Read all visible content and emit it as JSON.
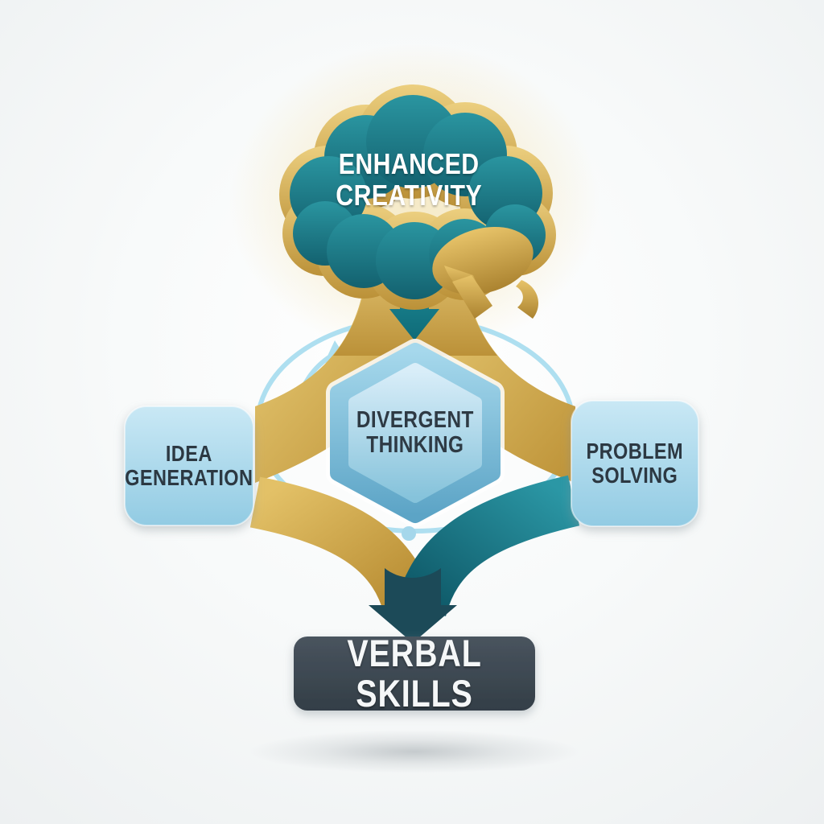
{
  "diagram": {
    "nodes": {
      "brain": {
        "label": "ENHANCED\nCREATIVITY",
        "shape": "brain-cloud",
        "fill": "#1E8490",
        "outline": "#D8AF55",
        "text_color": "#FFFFFF"
      },
      "center": {
        "label": "DIVERGENT\nTHINKING",
        "shape": "hexagon",
        "fill": "#A9D9EC",
        "text_color": "#2E3A44"
      },
      "left": {
        "label": "IDEA\nGENERATION",
        "shape": "rounded-square",
        "fill": "#ABD8EB",
        "text_color": "#2E3A44"
      },
      "right": {
        "label": "PROBLEM\nSOLVING",
        "shape": "rounded-square",
        "fill": "#ABD8EB",
        "text_color": "#2E3A44"
      },
      "bottom": {
        "label": "VERBAL SKILLS",
        "shape": "rounded-bar",
        "fill": "#3C4750",
        "text_color": "#FFFFFF"
      }
    },
    "connectors": {
      "brain_to_center": {
        "type": "straight-arrow-down",
        "color": "#1E8490"
      },
      "center_to_left": {
        "type": "ribbon",
        "color": "#D8AF55"
      },
      "center_to_right": {
        "type": "ribbon",
        "color": "#D8AF55"
      },
      "left_to_bottom": {
        "type": "ribbon",
        "color": "#D8AF55"
      },
      "right_to_bottom": {
        "type": "ribbon",
        "color": "#1E8490"
      },
      "into_bottom": {
        "type": "arrow-down",
        "color": "#1C4B59"
      },
      "cycle_around_center": {
        "type": "circular-arrow",
        "color": "#AEDFF0"
      }
    },
    "colors": {
      "teal": "#1E8490",
      "teal_dark": "#0F5D6C",
      "gold": "#D8AF55",
      "gold_dark": "#B78F38",
      "light_blue": "#AEDFF0",
      "box_blue": "#ABD8EB",
      "dark_slate": "#3C4750",
      "arrow_dark_teal": "#1C4B59",
      "text_dark": "#2E3A44",
      "text_light": "#FFFFFF"
    }
  }
}
